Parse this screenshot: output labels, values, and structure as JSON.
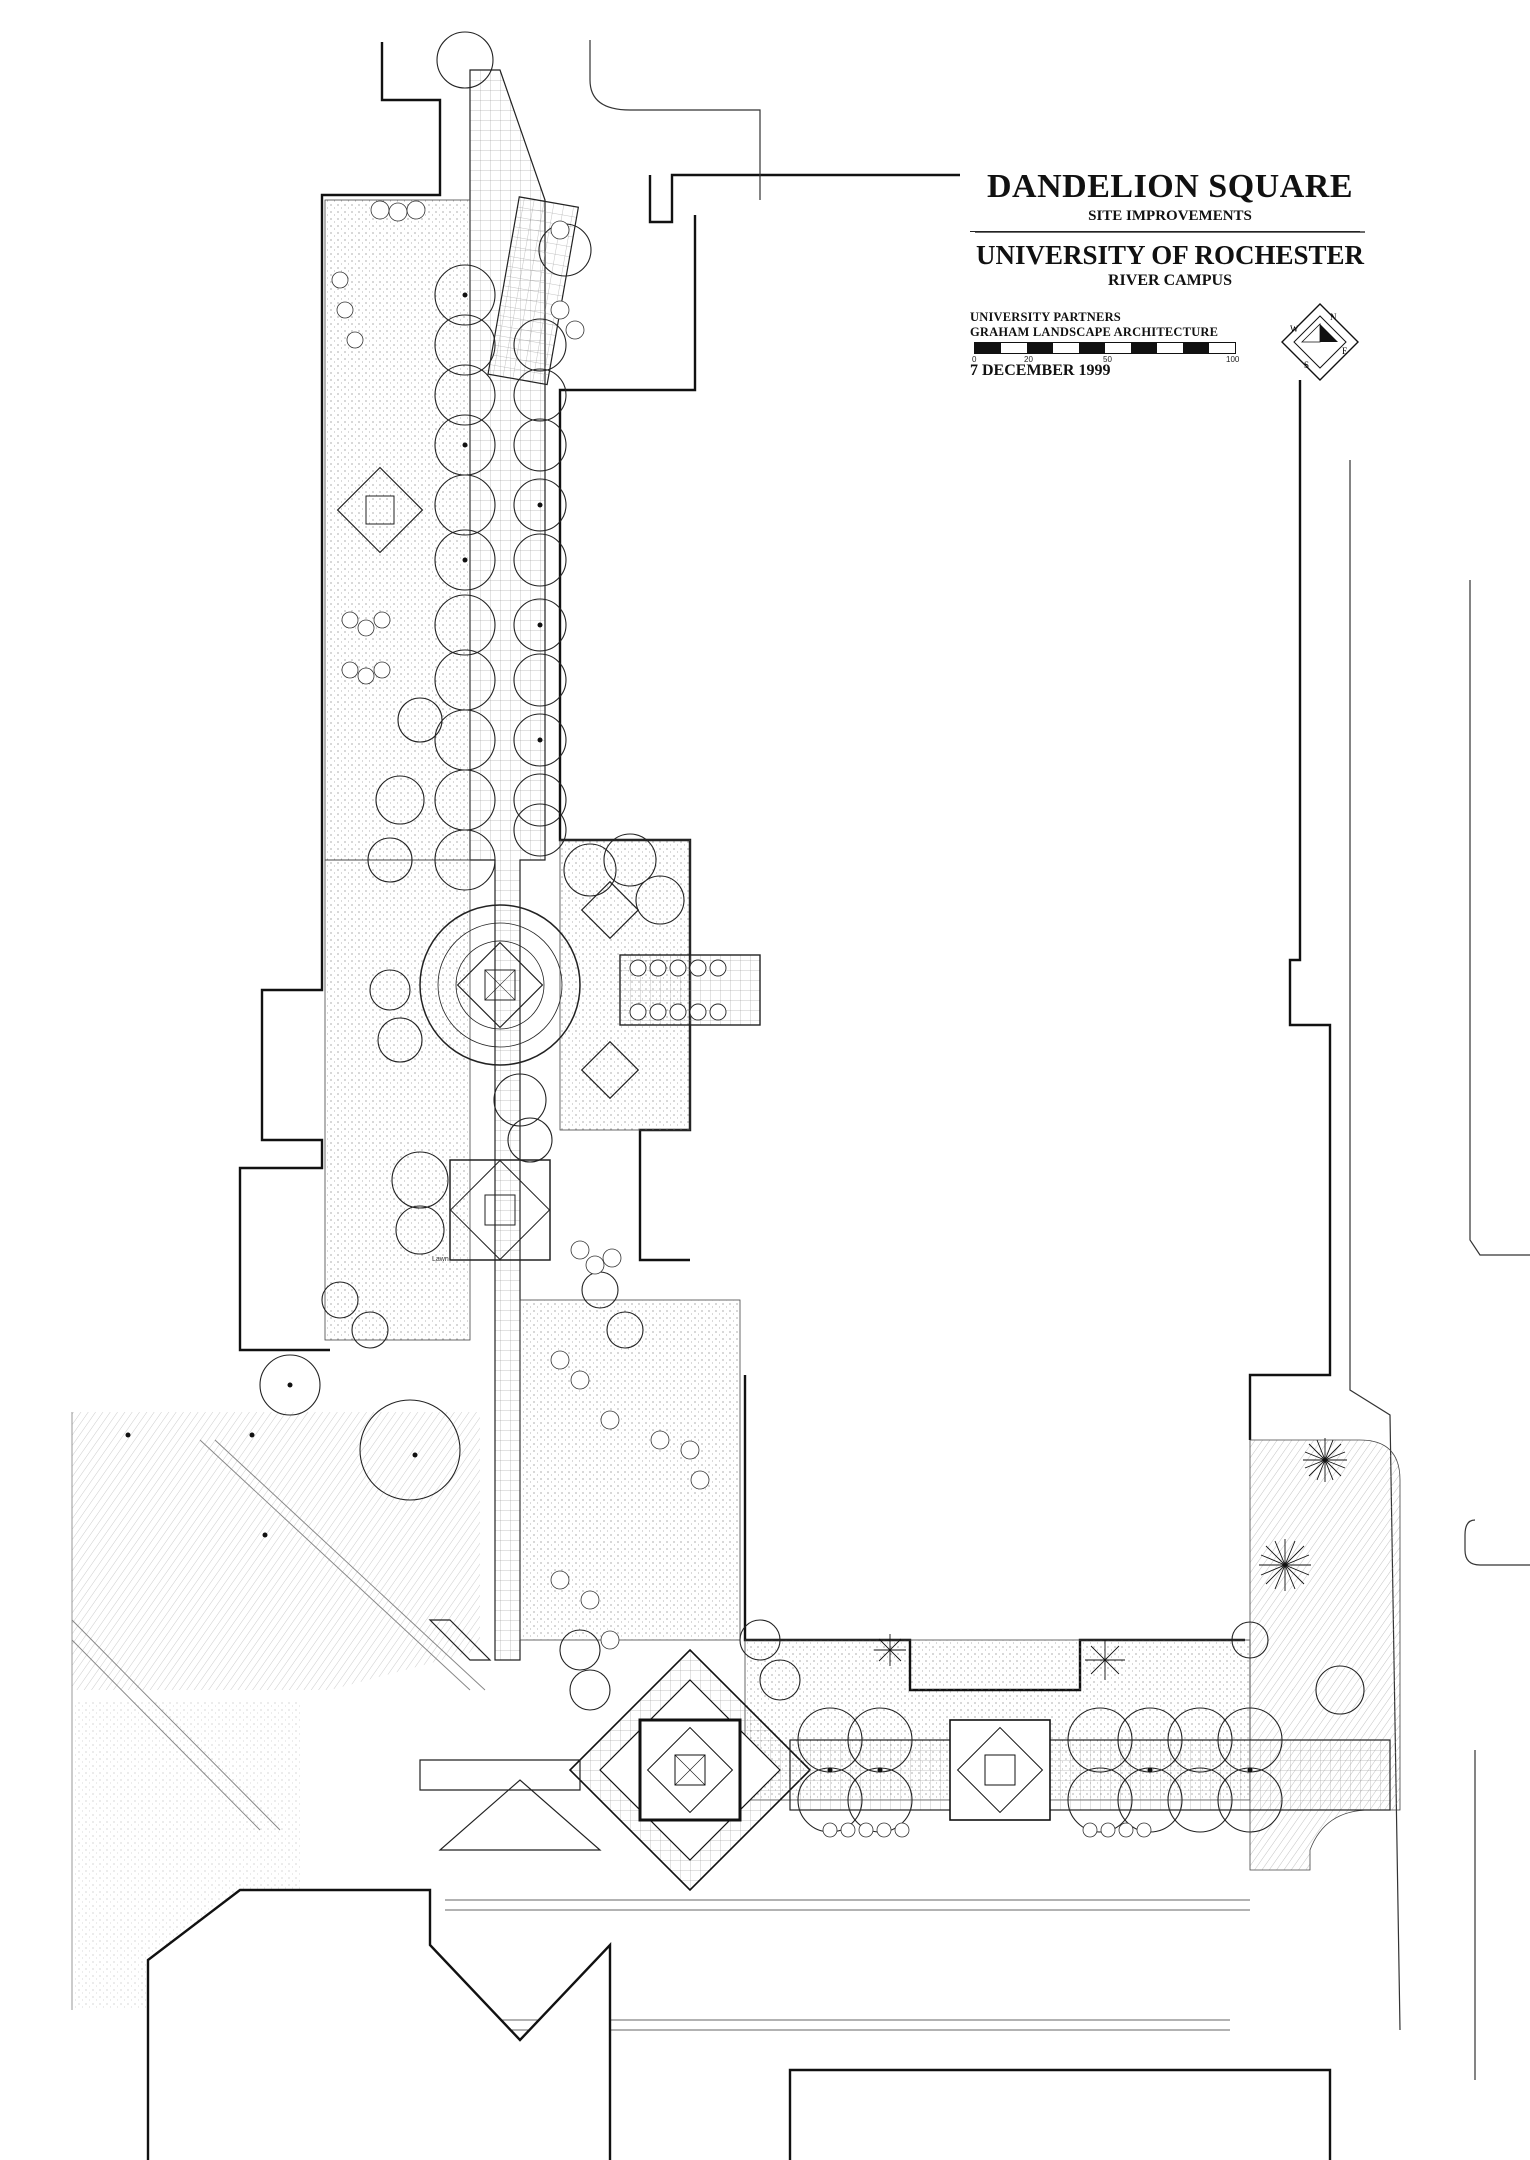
{
  "title_block": {
    "project": "DANDELION SQUARE",
    "subtitle": "SITE IMPROVEMENTS",
    "client": "UNIVERSITY OF ROCHESTER",
    "campus": "RIVER CAMPUS",
    "firm_line1": "UNIVERSITY PARTNERS",
    "firm_line2": "GRAHAM LANDSCAPE ARCHITECTURE",
    "date": "7 DECEMBER 1999"
  },
  "scale_bar": {
    "ticks": [
      "0",
      "20",
      "50",
      "100"
    ]
  },
  "north_arrow": {
    "icon": "north-arrow-icon",
    "letters": [
      "N",
      "E",
      "S",
      "W"
    ]
  },
  "labels": {
    "lawn": "Lawn"
  },
  "colors": {
    "ink": "#111111",
    "hatch": "#d9d9d9",
    "fine": "#555555"
  }
}
